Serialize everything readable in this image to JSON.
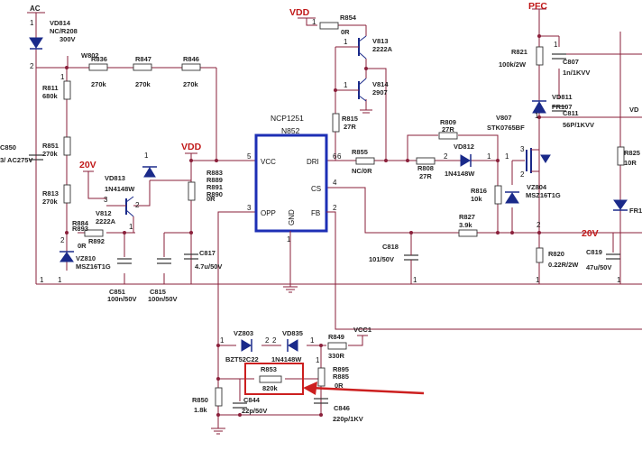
{
  "power": {
    "ac": "AC",
    "vdd_top": "VDD",
    "vdd_mid": "VDD",
    "pfc": "PFC",
    "v20_left": "20V",
    "v20_right": "20V",
    "vcc1": "VCC1"
  },
  "ic": {
    "part": "NCP1251",
    "ref": "N852",
    "pins": {
      "vcc": "VCC",
      "dri": "DRI",
      "cs": "CS",
      "opp": "OPP",
      "gnd": "GND",
      "fb": "FB",
      "n5": "5",
      "n6": "6",
      "n4": "4",
      "n3": "3",
      "n2": "2",
      "n1": "1"
    }
  },
  "components": [
    {
      "id": "vd814",
      "lines": [
        "VD814",
        "NC/R208"
      ]
    },
    {
      "id": "v300",
      "lines": [
        "300V"
      ]
    },
    {
      "id": "w802",
      "lines": [
        "W802"
      ]
    },
    {
      "id": "r836",
      "lines": [
        "R836",
        "270k"
      ]
    },
    {
      "id": "r847",
      "lines": [
        "R847",
        "270k"
      ]
    },
    {
      "id": "r846",
      "lines": [
        "R846",
        "270k"
      ]
    },
    {
      "id": "r811",
      "lines": [
        "R811",
        "680k"
      ]
    },
    {
      "id": "r851",
      "lines": [
        "R851",
        "270k"
      ]
    },
    {
      "id": "r813",
      "lines": [
        "R813",
        "270k"
      ]
    },
    {
      "id": "c850",
      "lines": [
        "C850",
        "3/ AC275V"
      ]
    },
    {
      "id": "vd813",
      "lines": [
        "VD813",
        "1N4148W"
      ]
    },
    {
      "id": "v812",
      "lines": [
        "V812",
        "2222A"
      ]
    },
    {
      "id": "r884",
      "lines": [
        "R884",
        "R893"
      ]
    },
    {
      "id": "r892",
      "lines": [
        "0R",
        "R892"
      ]
    },
    {
      "id": "vz810",
      "lines": [
        "VZ810",
        "MSZ16T1G"
      ]
    },
    {
      "id": "c851",
      "lines": [
        "C851",
        "100n/50V"
      ]
    },
    {
      "id": "c815",
      "lines": [
        "C815",
        "100n/50V"
      ]
    },
    {
      "id": "r883",
      "lines": [
        "R883",
        "R889",
        "R891",
        "R890",
        "0R"
      ]
    },
    {
      "id": "c817",
      "lines": [
        "C817",
        "4.7u/50V"
      ]
    },
    {
      "id": "r854",
      "lines": [
        "R854",
        "0R"
      ]
    },
    {
      "id": "v813",
      "lines": [
        "V813",
        "2222A"
      ]
    },
    {
      "id": "v814",
      "lines": [
        "V814",
        "2907"
      ]
    },
    {
      "id": "r815",
      "lines": [
        "R815",
        "27R"
      ]
    },
    {
      "id": "r855",
      "lines": [
        "R855",
        "NC/0R"
      ]
    },
    {
      "id": "r809",
      "lines": [
        "R809",
        "27R"
      ]
    },
    {
      "id": "r808",
      "lines": [
        "R808",
        "27R"
      ]
    },
    {
      "id": "vd812",
      "lines": [
        "VD812",
        "1N4148W"
      ]
    },
    {
      "id": "v807",
      "lines": [
        "V807",
        "STK0765BF"
      ]
    },
    {
      "id": "r816",
      "lines": [
        "R816",
        "10k"
      ]
    },
    {
      "id": "vz804",
      "lines": [
        "VZ804",
        "MSZ16T1G"
      ]
    },
    {
      "id": "r827",
      "lines": [
        "R827",
        "3.9k"
      ]
    },
    {
      "id": "c818",
      "lines": [
        "C818",
        "101/50V"
      ]
    },
    {
      "id": "r821",
      "lines": [
        "R821",
        "100k/2W"
      ]
    },
    {
      "id": "c807",
      "lines": [
        "C807",
        "1n/1KVV"
      ]
    },
    {
      "id": "vd811",
      "lines": [
        "VD811",
        "FR107"
      ]
    },
    {
      "id": "c811",
      "lines": [
        "C811",
        "56P/1KVV"
      ]
    },
    {
      "id": "r820",
      "lines": [
        "R820",
        "0.22R/2W"
      ]
    },
    {
      "id": "c819",
      "lines": [
        "C819",
        "47u/50V"
      ]
    },
    {
      "id": "r825",
      "lines": [
        "R825",
        "10R"
      ]
    },
    {
      "id": "vd_fr",
      "lines": [
        "VD",
        "FR1"
      ]
    },
    {
      "id": "vz803",
      "lines": [
        "VZ803",
        "BZT52C22"
      ]
    },
    {
      "id": "vd835",
      "lines": [
        "VD835",
        "1N4148W"
      ]
    },
    {
      "id": "r849",
      "lines": [
        "R849",
        "330R"
      ]
    },
    {
      "id": "r853",
      "lines": [
        "R853",
        "820k"
      ]
    },
    {
      "id": "r895",
      "lines": [
        "R895",
        "R885",
        "0R"
      ]
    },
    {
      "id": "r850",
      "lines": [
        "R850",
        "1.8k"
      ]
    },
    {
      "id": "c844",
      "lines": [
        "C844",
        "22p/50V"
      ]
    },
    {
      "id": "c846",
      "lines": [
        "C846",
        "220p/1KV"
      ]
    }
  ],
  "pin_numbers": {
    "p_vd814_1": "1",
    "p_vd814_2": "2",
    "p_r811_1": "1",
    "p_c850_1": "1",
    "p_vz810_2": "2",
    "p_vd813_1": "1",
    "p_v812_3": "3",
    "p_v812_2": "2",
    "p_v812_1": "1",
    "p_r854_1": "1",
    "p_v813_1": "1",
    "p_v814_1": "1",
    "p_dri_6": "6",
    "p_vd812_2": "2",
    "p_vd812_1": "1",
    "p_v807_1": "1",
    "p_v807_3": "3",
    "p_v807_2": "2",
    "p_fb_2": "2",
    "p_c818_1": "1",
    "p_vz803_1": "1",
    "p_vz803_2": "2",
    "p_vd835_2": "2",
    "p_vd835_1": "1",
    "p_c846_1": "1",
    "p_ac_1": "1",
    "p_c807_1": "1",
    "p_c819_1": "1",
    "p_r820_1": "1",
    "p_vd811_1": "1"
  },
  "highlight": {
    "color": "#cc1f1f",
    "target": "R853"
  },
  "colors": {
    "wire": "#8a1f3a",
    "ic_box": "#1d2fb5",
    "power_label": "#c01818",
    "annotation": "#cc1f1f"
  }
}
